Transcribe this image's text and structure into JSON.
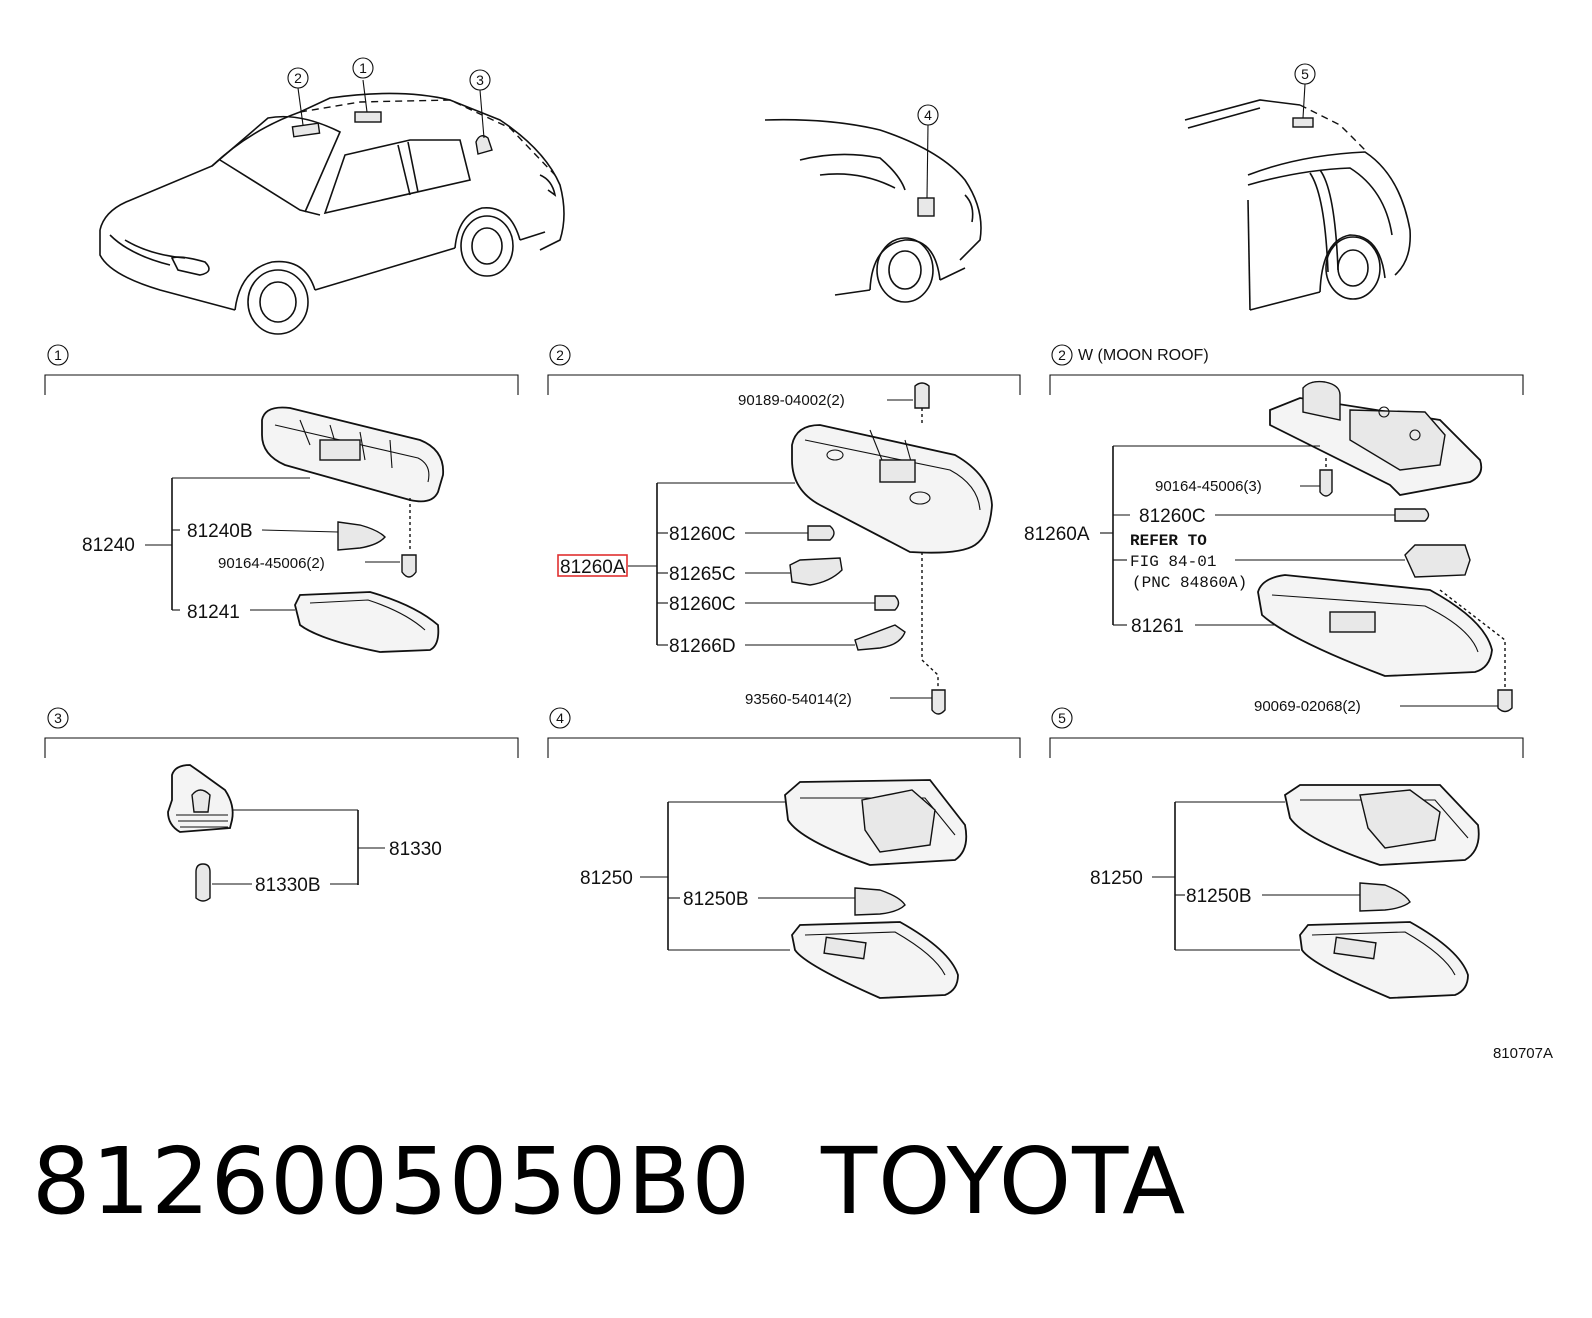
{
  "diagram_code": "810707A",
  "part_number": "8126005050B0",
  "brand": "TOYOTA",
  "overview_callouts": [
    "2",
    "1",
    "3",
    "4",
    "5"
  ],
  "sections": {
    "s1": {
      "marker": "1",
      "title": "",
      "labels": [
        "81240",
        "81240B",
        "90164-45006(2)",
        "81241"
      ]
    },
    "s2": {
      "marker": "2",
      "title": "",
      "labels": [
        "90189-04002(2)",
        "81260C",
        "81260A",
        "81265C",
        "81260C",
        "81266D",
        "93560-54014(2)"
      ]
    },
    "s2w": {
      "marker": "2",
      "title": "W (MOON ROOF)",
      "labels": [
        "90164-45006(3)",
        "81260A",
        "81260C",
        "REFER TO",
        "FIG 84-01",
        "(PNC 84860A)",
        "81261",
        "90069-02068(2)"
      ]
    },
    "s3": {
      "marker": "3",
      "title": "",
      "labels": [
        "81330",
        "81330B"
      ]
    },
    "s4": {
      "marker": "4",
      "title": "",
      "labels": [
        "81250",
        "81250B"
      ]
    },
    "s5": {
      "marker": "5",
      "title": "",
      "labels": [
        "81250",
        "81250B"
      ]
    }
  },
  "highlight_color": "#e03030"
}
